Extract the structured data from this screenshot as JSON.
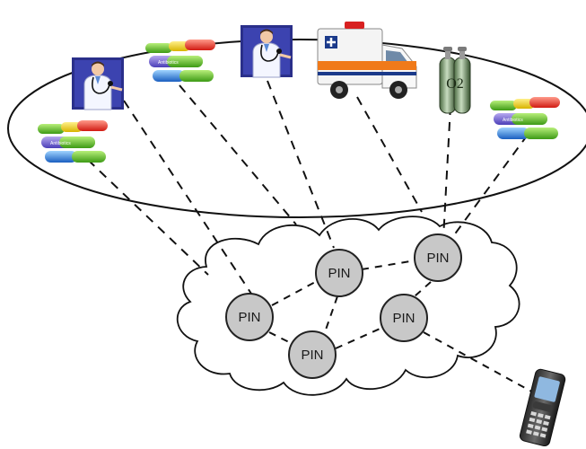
{
  "nodes": [
    {
      "id": "n1",
      "label": "PIN"
    },
    {
      "id": "n2",
      "label": "PIN"
    },
    {
      "id": "n3",
      "label": "PIN"
    },
    {
      "id": "n4",
      "label": "PIN"
    },
    {
      "id": "n5",
      "label": "PIN"
    }
  ],
  "devices": [
    {
      "id": "pills-left",
      "icon": "pill-capsules-icon"
    },
    {
      "id": "doctor-left",
      "icon": "doctor-icon"
    },
    {
      "id": "pills-mid",
      "icon": "pill-capsules-icon"
    },
    {
      "id": "doctor-right",
      "icon": "doctor-icon"
    },
    {
      "id": "ambulance",
      "icon": "ambulance-icon"
    },
    {
      "id": "oxygen",
      "icon": "oxygen-tanks-icon",
      "label": "O2"
    },
    {
      "id": "pills-right",
      "icon": "pill-capsules-icon"
    }
  ],
  "phone": {
    "icon": "mobile-phone-icon"
  },
  "pill_brand": "Antibiotics",
  "colors": {
    "node_fill": "#c8c8c8",
    "node_stroke": "#222222",
    "line": "#111111"
  }
}
